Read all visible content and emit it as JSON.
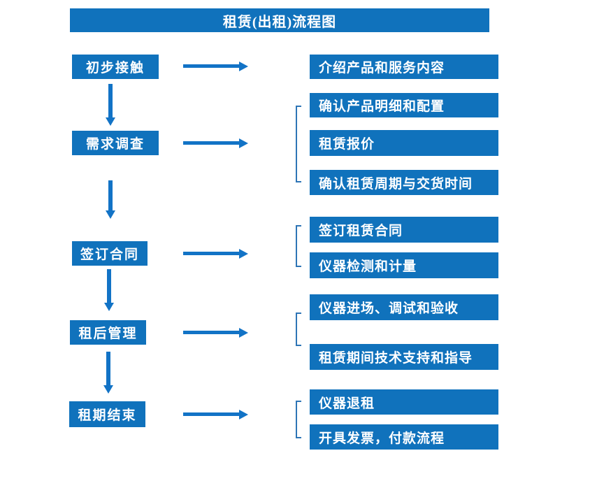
{
  "title": "租赁(出租)流程图",
  "colors": {
    "box_blue": "#1072BC",
    "arrow_blue": "#1273C6",
    "bracket_blue": "#2E75B6",
    "text_white": "#FFFFFF"
  },
  "icons": {
    "right_arrow": "right-arrow",
    "down_arrow": "down-arrow",
    "group_bracket": "group-bracket"
  },
  "flow": {
    "steps": [
      {
        "label": "初步接触",
        "details": [
          "介绍产品和服务内容"
        ]
      },
      {
        "label": "需求调查",
        "details": [
          "确认产品明细和配置",
          "租赁报价",
          "确认租赁周期与交货时间"
        ]
      },
      {
        "label": "签订合同",
        "details": [
          "签订租赁合同",
          "仪器检测和计量"
        ]
      },
      {
        "label": "租后管理",
        "details": [
          "仪器进场、调试和验收",
          "租赁期间技术支持和指导"
        ]
      },
      {
        "label": "租期结束",
        "details": [
          "仪器退租",
          "开具发票，付款流程"
        ]
      }
    ]
  }
}
